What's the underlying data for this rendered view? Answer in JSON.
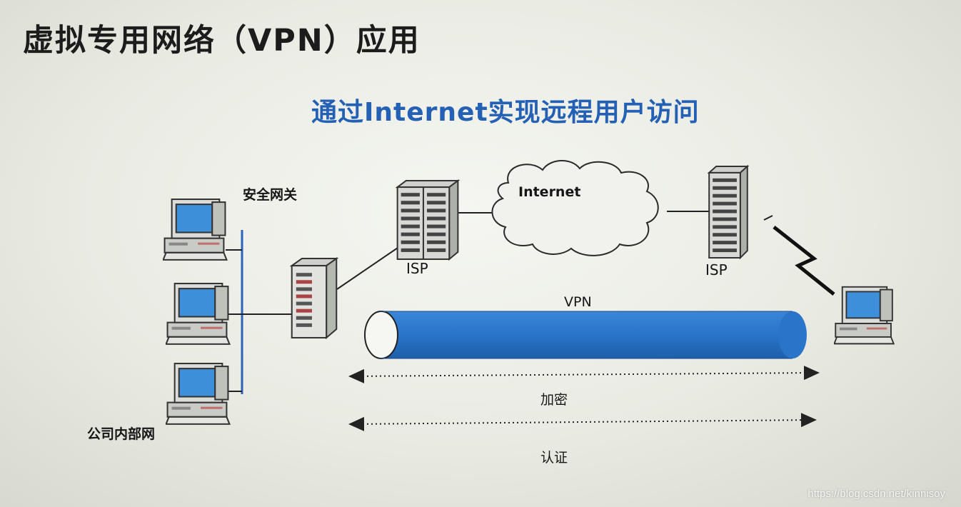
{
  "slide": {
    "title": "虚拟专用网络（VPN）应用",
    "subtitle": "通过Internet实现远程用户访问"
  },
  "labels": {
    "gateway": "安全网关",
    "internet": "Internet",
    "isp_left": "ISP",
    "isp_right": "ISP",
    "vpn": "VPN",
    "encryption": "加密",
    "authentication": "认证",
    "lan": "公司内部网"
  },
  "watermark": "https://blog.csdn.net/kinnisoy",
  "colors": {
    "title": "#1c1c1c",
    "subtitle_blue": "#2460b4",
    "tunnel_blue": "#2a74c9",
    "screen_blue": "#3c8fd8",
    "lan_line_blue": "#2a63b8"
  },
  "icons": [
    "desktop-computer-icon",
    "gateway-server-icon",
    "isp-rack-icon",
    "internet-cloud-icon",
    "wireless-link-icon",
    "remote-computer-icon"
  ]
}
